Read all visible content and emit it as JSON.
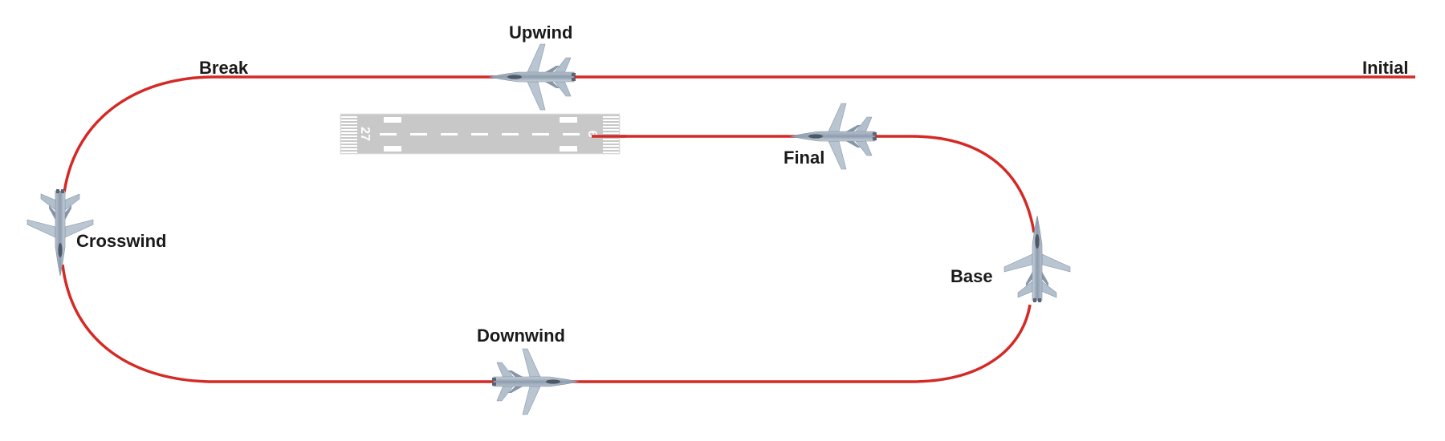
{
  "diagram": {
    "type": "traffic-pattern",
    "path_color": "#d42a26",
    "runway_color": "#c8c8c8",
    "runway_marking_color": "#ffffff",
    "aircraft_color": "#a9b6c4",
    "legs": [
      {
        "id": "initial",
        "label": "Initial"
      },
      {
        "id": "break",
        "label": "Break"
      },
      {
        "id": "upwind",
        "label": "Upwind"
      },
      {
        "id": "crosswind",
        "label": "Crosswind"
      },
      {
        "id": "downwind",
        "label": "Downwind"
      },
      {
        "id": "base",
        "label": "Base"
      },
      {
        "id": "final",
        "label": "Final"
      }
    ],
    "runway": {
      "left_number": "27",
      "right_number": "9"
    }
  }
}
